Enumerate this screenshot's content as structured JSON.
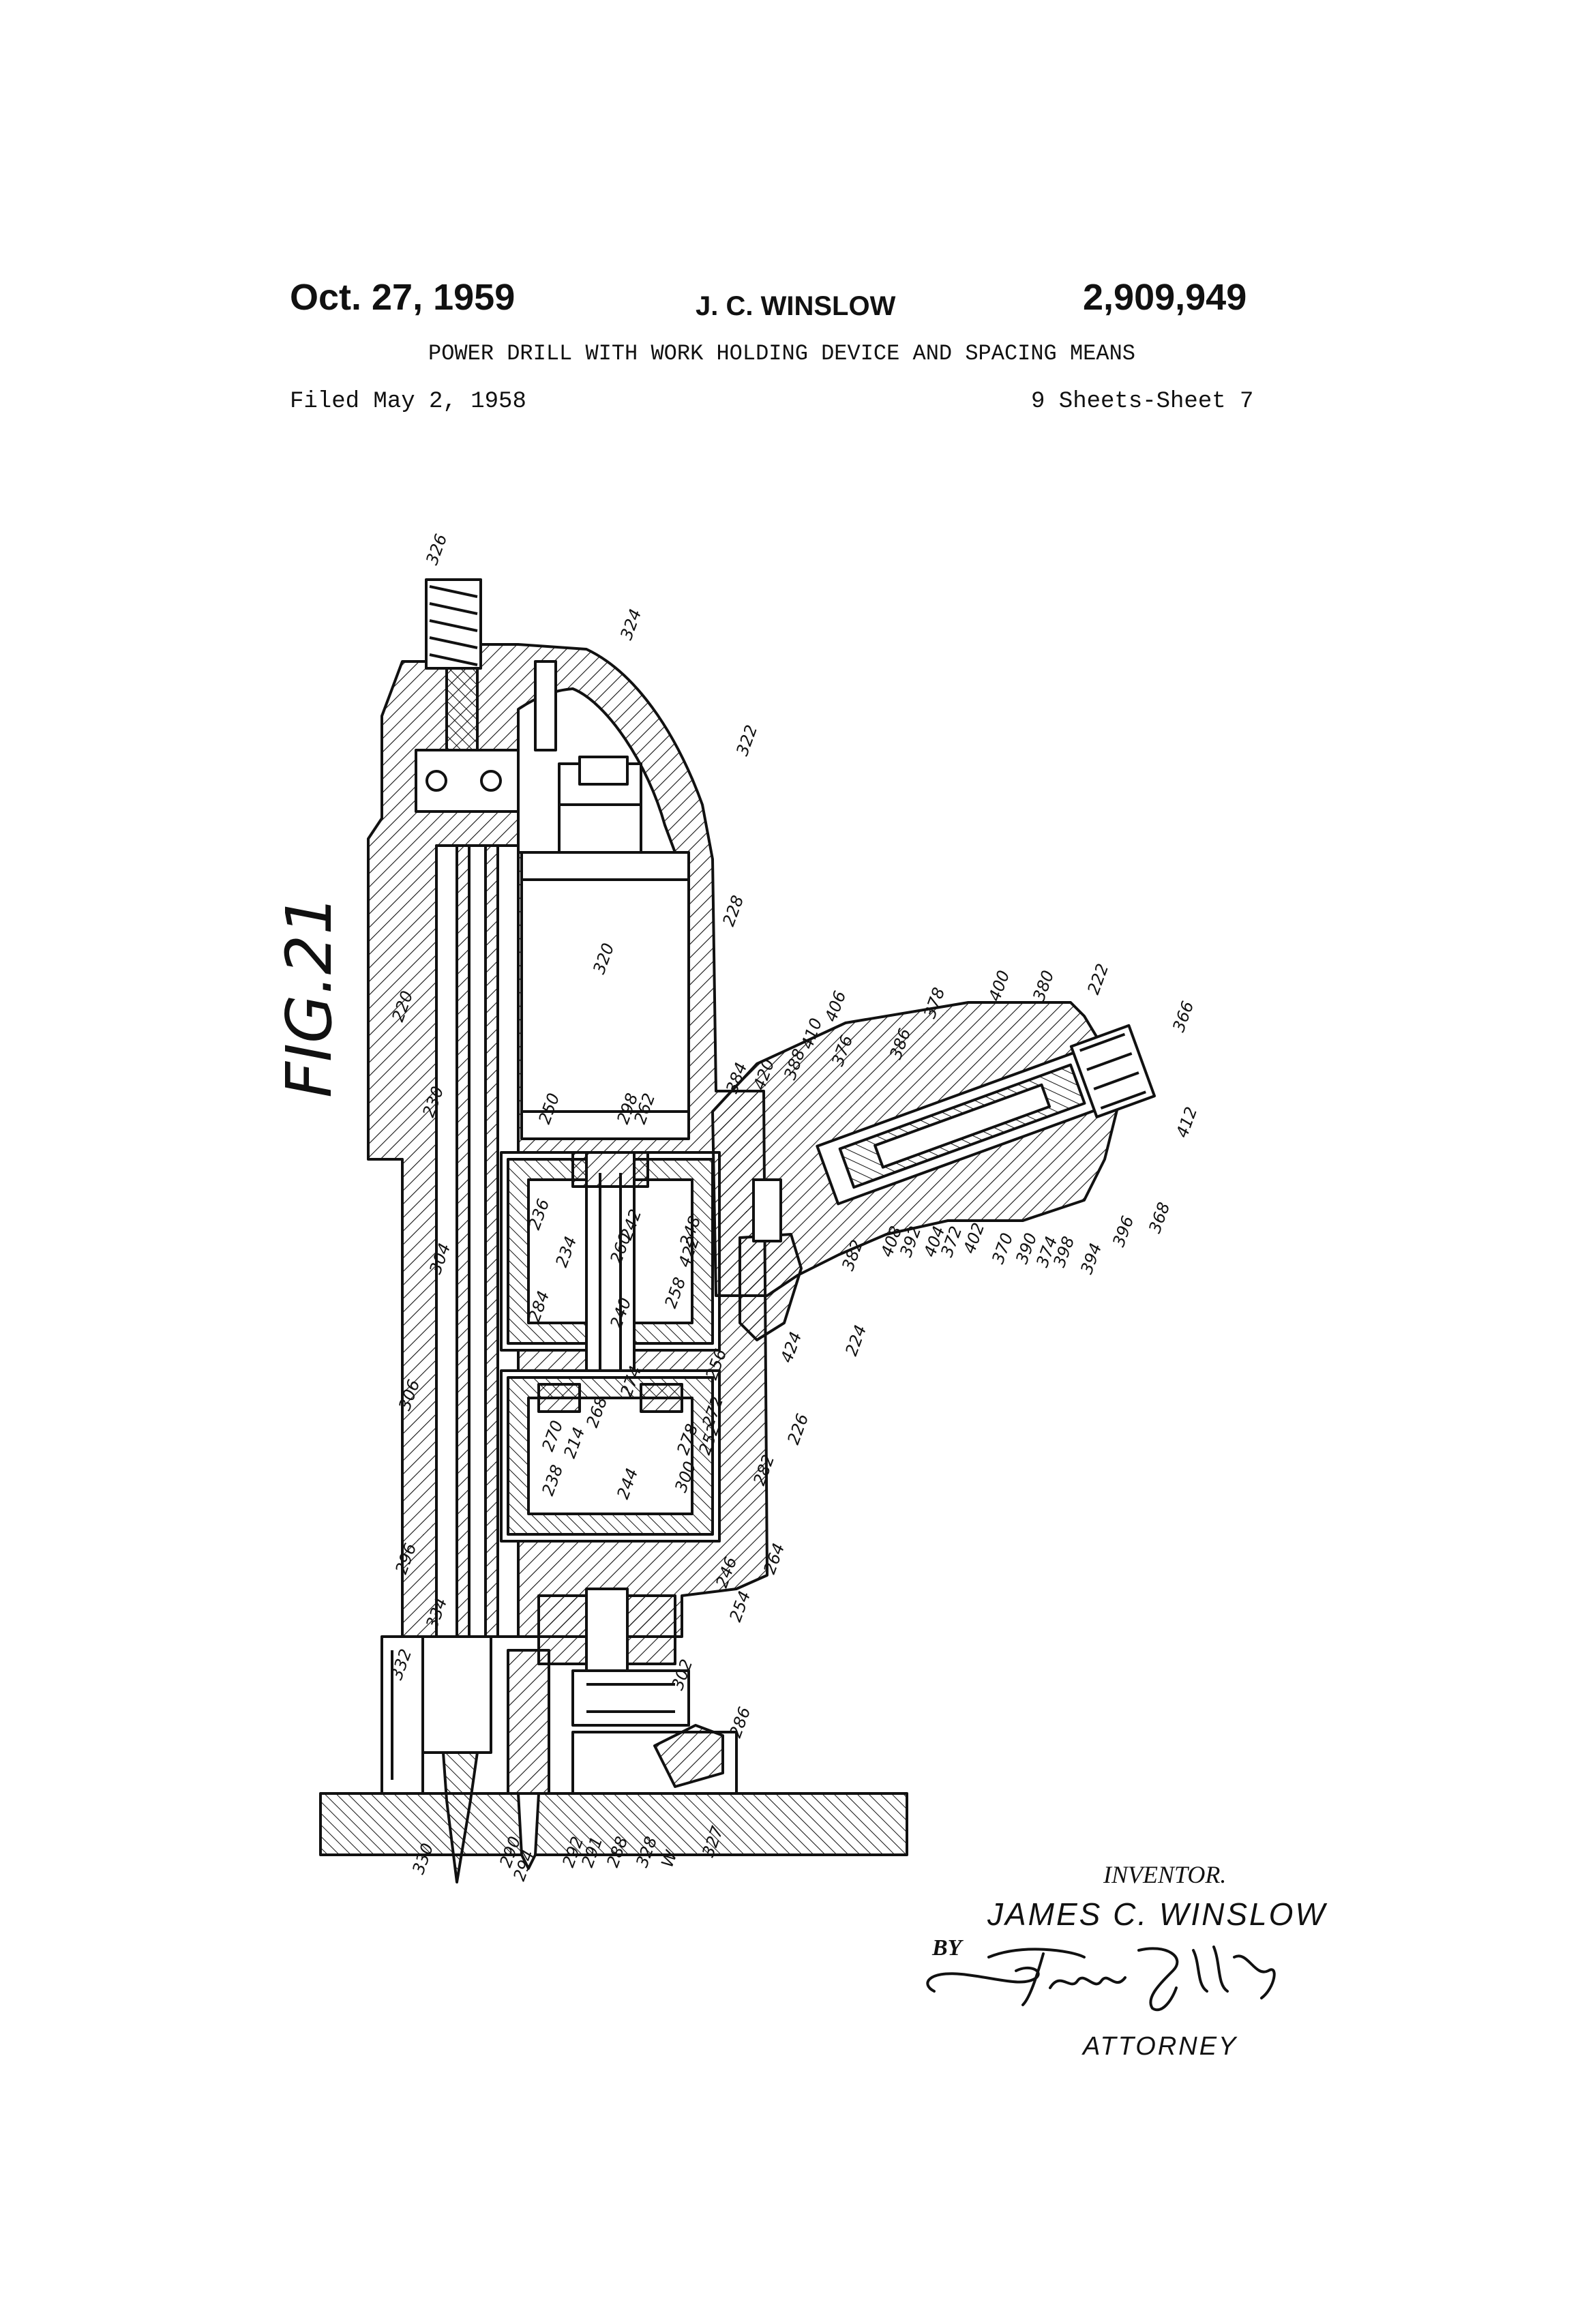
{
  "header": {
    "date": "Oct. 27, 1959",
    "inventor": "J. C. WINSLOW",
    "patent_number": "2,909,949",
    "title": "POWER DRILL WITH WORK HOLDING DEVICE AND SPACING MEANS",
    "filed": "Filed May 2, 1958",
    "sheets": "9 Sheets-Sheet 7"
  },
  "figure": {
    "label": "FIG.21",
    "reference_numerals": [
      "326",
      "324",
      "322",
      "228",
      "320",
      "220",
      "230",
      "304",
      "306",
      "296",
      "334",
      "332",
      "330",
      "294",
      "290",
      "292",
      "291",
      "288",
      "328",
      "W",
      "327",
      "286",
      "302",
      "246",
      "254",
      "264",
      "282",
      "226",
      "272",
      "256",
      "424",
      "224",
      "382",
      "408",
      "392",
      "404",
      "372",
      "402",
      "370",
      "390",
      "374",
      "398",
      "394",
      "368",
      "396",
      "412",
      "366",
      "222",
      "380",
      "400",
      "378",
      "386",
      "376",
      "406",
      "410",
      "388",
      "420",
      "384",
      "250",
      "298",
      "262",
      "236",
      "234",
      "284",
      "260",
      "242",
      "240",
      "258",
      "422",
      "248",
      "274",
      "268",
      "270",
      "214",
      "238",
      "244",
      "300",
      "278",
      "252"
    ]
  },
  "signature": {
    "inventor_label": "INVENTOR.",
    "inventor_name": "JAMES C. WINSLOW",
    "by_label": "BY",
    "attorney_label": "ATTORNEY"
  }
}
